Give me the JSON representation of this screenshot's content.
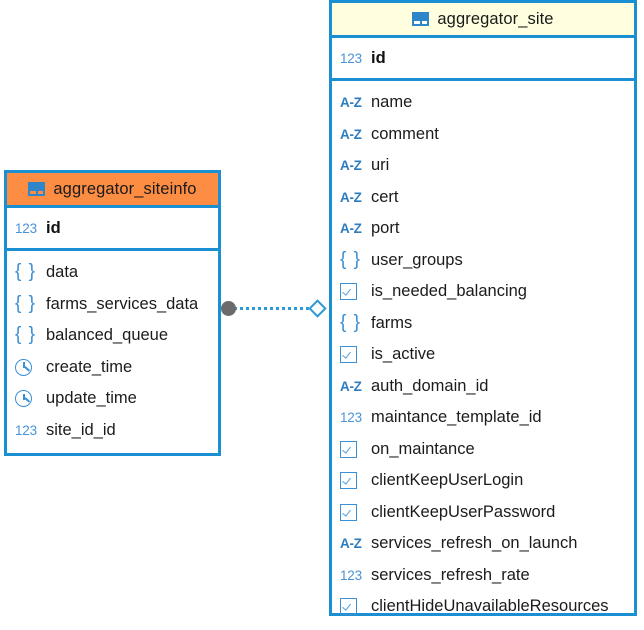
{
  "diagram": {
    "type": "entity-relationship-diagram",
    "colors": {
      "border": "#1a8fd1",
      "header_primary": "#ffffe0",
      "header_secondary": "#fd8d43",
      "icon_blue": "#3b8fd4",
      "connector_line": "#2d9ad6",
      "connector_dot": "#6b6b6b"
    }
  },
  "tables": [
    {
      "name": "aggregator_siteinfo",
      "header_style": "orange",
      "icon": "table-icon",
      "primary_key": {
        "name": "id",
        "type_icon": "123",
        "icon_name": "integer-type-icon"
      },
      "fields": [
        {
          "name": "data",
          "type_icon": "{ }",
          "icon_name": "json-type-icon"
        },
        {
          "name": "farms_services_data",
          "type_icon": "{ }",
          "icon_name": "json-type-icon"
        },
        {
          "name": "balanced_queue",
          "type_icon": "{ }",
          "icon_name": "json-type-icon"
        },
        {
          "name": "create_time",
          "type_icon": "clock",
          "icon_name": "datetime-type-icon"
        },
        {
          "name": "update_time",
          "type_icon": "clock",
          "icon_name": "datetime-type-icon"
        },
        {
          "name": "site_id_id",
          "type_icon": "123",
          "icon_name": "integer-type-icon"
        }
      ]
    },
    {
      "name": "aggregator_site",
      "header_style": "cream",
      "icon": "table-icon",
      "primary_key": {
        "name": "id",
        "type_icon": "123",
        "icon_name": "integer-type-icon"
      },
      "fields": [
        {
          "name": "name",
          "type_icon": "A-Z",
          "icon_name": "string-type-icon"
        },
        {
          "name": "comment",
          "type_icon": "A-Z",
          "icon_name": "string-type-icon"
        },
        {
          "name": "uri",
          "type_icon": "A-Z",
          "icon_name": "string-type-icon"
        },
        {
          "name": "cert",
          "type_icon": "A-Z",
          "icon_name": "string-type-icon"
        },
        {
          "name": "port",
          "type_icon": "A-Z",
          "icon_name": "string-type-icon"
        },
        {
          "name": "user_groups",
          "type_icon": "{ }",
          "icon_name": "json-type-icon"
        },
        {
          "name": "is_needed_balancing",
          "type_icon": "check",
          "icon_name": "boolean-type-icon"
        },
        {
          "name": "farms",
          "type_icon": "{ }",
          "icon_name": "json-type-icon"
        },
        {
          "name": "is_active",
          "type_icon": "check",
          "icon_name": "boolean-type-icon"
        },
        {
          "name": "auth_domain_id",
          "type_icon": "A-Z",
          "icon_name": "string-type-icon"
        },
        {
          "name": "maintance_template_id",
          "type_icon": "123",
          "icon_name": "integer-type-icon"
        },
        {
          "name": "on_maintance",
          "type_icon": "check",
          "icon_name": "boolean-type-icon"
        },
        {
          "name": "clientKeepUserLogin",
          "type_icon": "check",
          "icon_name": "boolean-type-icon"
        },
        {
          "name": "clientKeepUserPassword",
          "type_icon": "check",
          "icon_name": "boolean-type-icon"
        },
        {
          "name": "services_refresh_on_launch",
          "type_icon": "A-Z",
          "icon_name": "string-type-icon"
        },
        {
          "name": "services_refresh_rate",
          "type_icon": "123",
          "icon_name": "integer-type-icon"
        },
        {
          "name": "clientHideUnavailableResources",
          "type_icon": "check",
          "icon_name": "boolean-type-icon"
        }
      ]
    }
  ],
  "relationship": {
    "from_table": "aggregator_siteinfo",
    "to_table": "aggregator_site",
    "from_marker": "filled-circle",
    "to_marker": "hollow-diamond",
    "line_style": "dotted"
  }
}
